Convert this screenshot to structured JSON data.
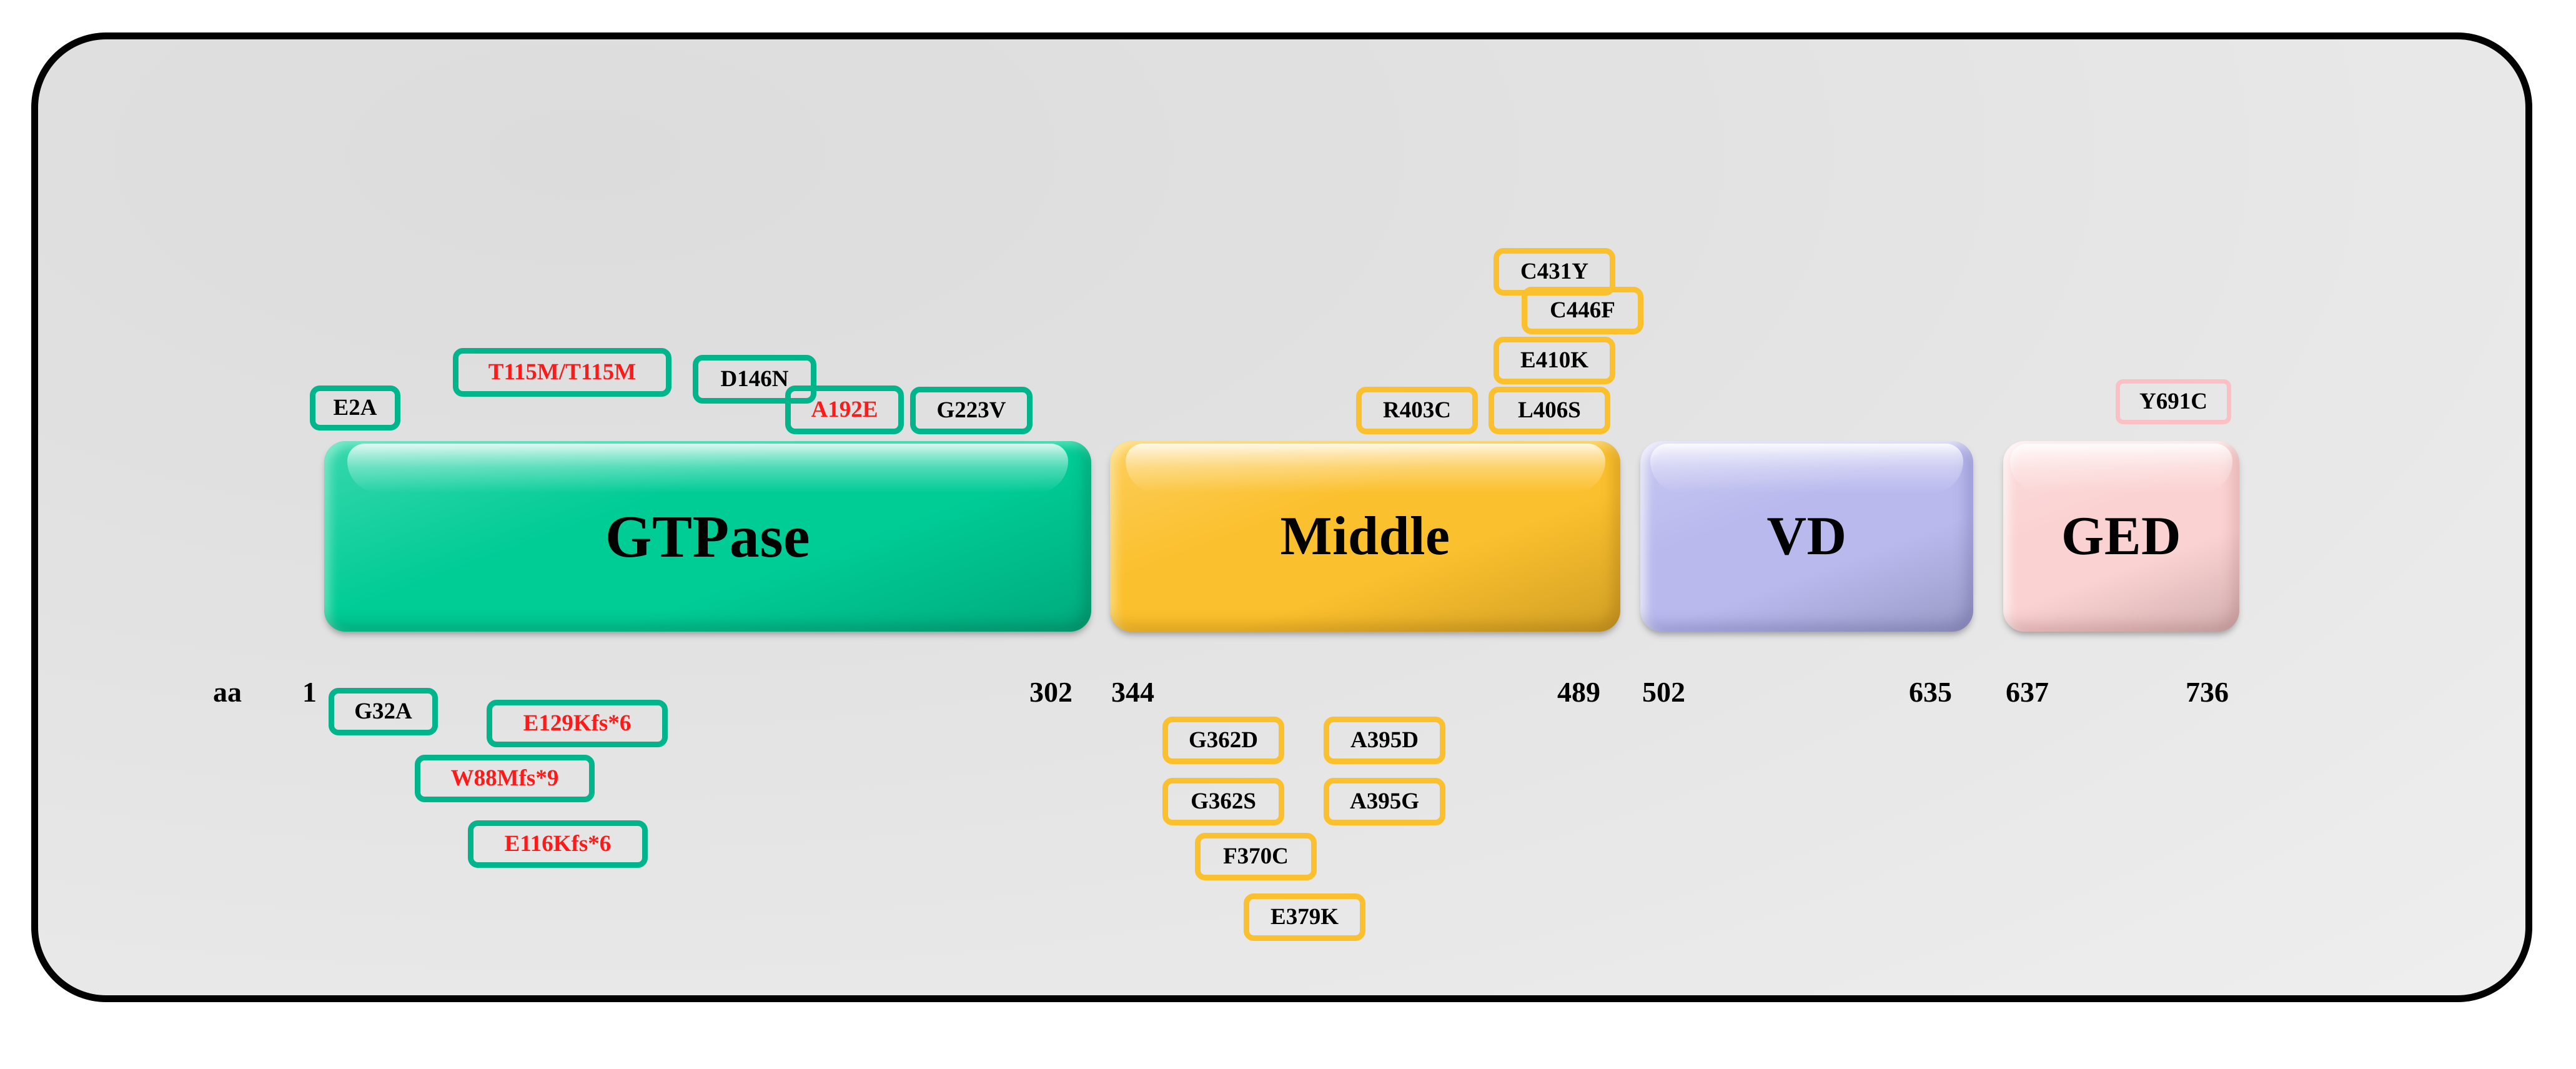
{
  "figure": {
    "title": "DNM1L protein domain architecture with reported variants",
    "axis_label": "aa",
    "background_color": "#E9E9E9",
    "frame_color": "#000000"
  },
  "domains": [
    {
      "id": "gtpase",
      "label": "GTPase",
      "start": "1",
      "end": "302",
      "color": "#00CC96"
    },
    {
      "id": "middle",
      "label": "Middle",
      "start": "344",
      "end": "489",
      "color": "#FBC02D"
    },
    {
      "id": "vd",
      "label": "VD",
      "start": "502",
      "end": "635",
      "color": "#B9B9EE"
    },
    {
      "id": "ged",
      "label": "GED",
      "start": "637",
      "end": "736",
      "color": "#FBD2D2"
    }
  ],
  "positions": [
    {
      "id": "p1",
      "value": "1"
    },
    {
      "id": "p302",
      "value": "302"
    },
    {
      "id": "p344",
      "value": "344"
    },
    {
      "id": "p489",
      "value": "489"
    },
    {
      "id": "p502",
      "value": "502"
    },
    {
      "id": "p635",
      "value": "635"
    },
    {
      "id": "p637",
      "value": "637"
    },
    {
      "id": "p736",
      "value": "736"
    }
  ],
  "variants_above": [
    {
      "id": "v-e2a",
      "text": "E2A",
      "domain": "gtpase",
      "border": "teal",
      "text_color": "black"
    },
    {
      "id": "v-t115m",
      "text": "T115M/T115M",
      "domain": "gtpase",
      "border": "teal",
      "text_color": "red"
    },
    {
      "id": "v-d146n",
      "text": "D146N",
      "domain": "gtpase",
      "border": "teal",
      "text_color": "black"
    },
    {
      "id": "v-a192e",
      "text": "A192E",
      "domain": "gtpase",
      "border": "teal",
      "text_color": "red"
    },
    {
      "id": "v-g223v",
      "text": "G223V",
      "domain": "gtpase",
      "border": "teal",
      "text_color": "black"
    },
    {
      "id": "v-r403c",
      "text": "R403C",
      "domain": "middle",
      "border": "orange",
      "text_color": "black"
    },
    {
      "id": "v-l406s",
      "text": "L406S",
      "domain": "middle",
      "border": "orange",
      "text_color": "black"
    },
    {
      "id": "v-e410k",
      "text": "E410K",
      "domain": "middle",
      "border": "orange",
      "text_color": "black"
    },
    {
      "id": "v-c431y",
      "text": "C431Y",
      "domain": "middle",
      "border": "orange",
      "text_color": "black"
    },
    {
      "id": "v-c446f",
      "text": "C446F",
      "domain": "middle",
      "border": "orange",
      "text_color": "black"
    },
    {
      "id": "v-y691c",
      "text": "Y691C",
      "domain": "ged",
      "border": "pink",
      "text_color": "black"
    }
  ],
  "variants_below": [
    {
      "id": "v-g32a",
      "text": "G32A",
      "domain": "gtpase",
      "border": "teal",
      "text_color": "black"
    },
    {
      "id": "v-e129kfs",
      "text": "E129Kfs*6",
      "domain": "gtpase",
      "border": "teal",
      "text_color": "red"
    },
    {
      "id": "v-w88mfs",
      "text": "W88Mfs*9",
      "domain": "gtpase",
      "border": "teal",
      "text_color": "red"
    },
    {
      "id": "v-e116kfs",
      "text": "E116Kfs*6",
      "domain": "gtpase",
      "border": "teal",
      "text_color": "red"
    },
    {
      "id": "v-g362d",
      "text": "G362D",
      "domain": "middle",
      "border": "orange",
      "text_color": "black"
    },
    {
      "id": "v-a395d",
      "text": "A395D",
      "domain": "middle",
      "border": "orange",
      "text_color": "black"
    },
    {
      "id": "v-g362s",
      "text": "G362S",
      "domain": "middle",
      "border": "orange",
      "text_color": "black"
    },
    {
      "id": "v-a395g",
      "text": "A395G",
      "domain": "middle",
      "border": "orange",
      "text_color": "black"
    },
    {
      "id": "v-f370c",
      "text": "F370C",
      "domain": "middle",
      "border": "orange",
      "text_color": "black"
    },
    {
      "id": "v-e379k",
      "text": "E379K",
      "domain": "middle",
      "border": "orange",
      "text_color": "black"
    }
  ]
}
